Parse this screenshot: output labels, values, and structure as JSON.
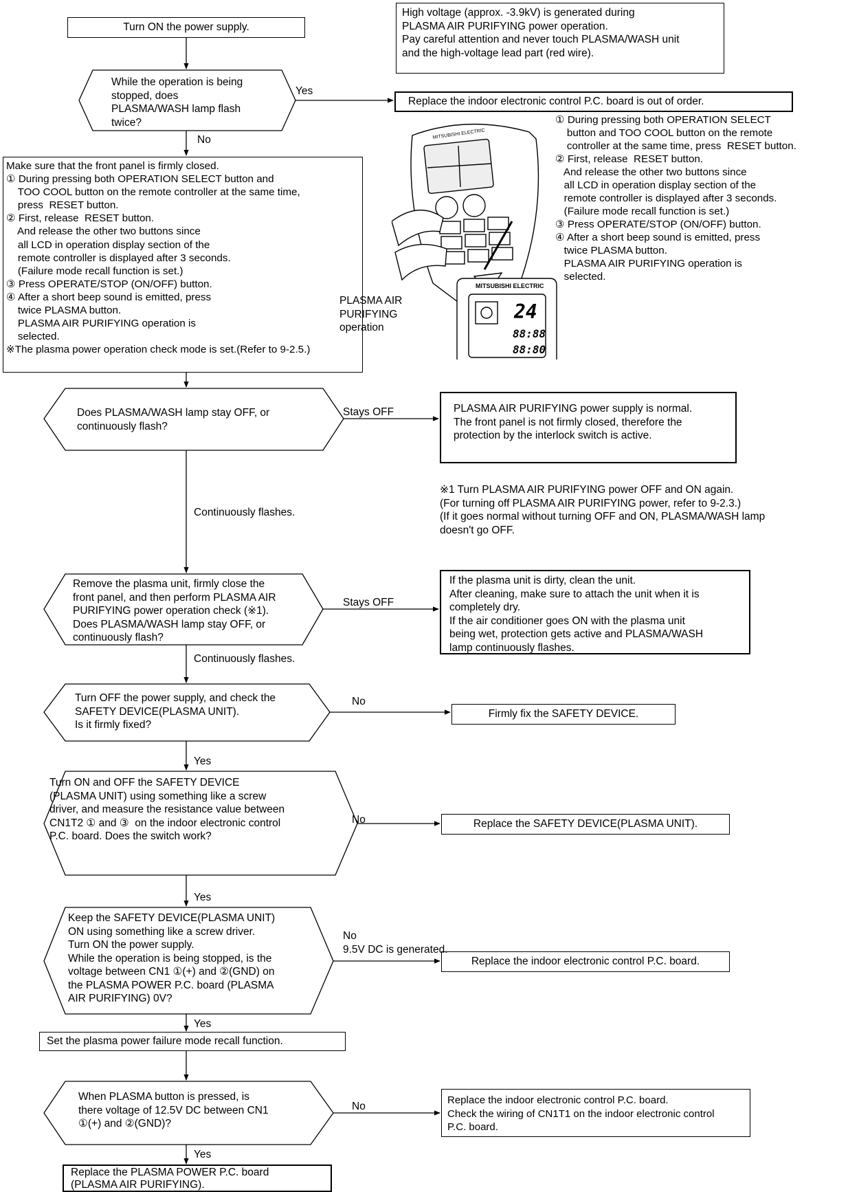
{
  "notice": "High voltage (approx. -3.9kV) is generated during\nPLASMA AIR PURIFYING power operation.\nPay careful attention and never touch PLASMA/WASH unit\nand the high-voltage lead part (red wire).",
  "steps": {
    "power_on": "Turn ON the power supply.",
    "q_flash_twice": "While the operation is being\nstopped, does\nPLASMA/WASH lamp flash\ntwice?",
    "replace_board_1": "Replace the indoor electronic control P.C. board is out of order.",
    "procedure": "Make sure that the front panel is firmly closed.\n① During pressing both OPERATION SELECT button and\n    TOO COOL button on the remote controller at the same time,\n    press  RESET button.\n② First, release  RESET button.\n    And release the other two buttons since\n    all LCD in operation display section of the\n    remote controller is displayed after 3 seconds.\n    (Failure mode recall function is set.)\n③ Press OPERATE/STOP (ON/OFF) button.\n④ After a short beep sound is emitted, press\n    twice PLASMA button.\n    PLASMA AIR PURIFYING operation is\n    selected.\n※The plasma power operation check mode is set.(Refer to 9-2.5.)",
    "side_procedure": "① During pressing both OPERATION SELECT\n    button and TOO COOL button on the remote\n    controller at the same time, press  RESET button.\n② First, release  RESET button.\n   And release the other two buttons since\n   all LCD in operation display section of the\n   remote controller is displayed after 3 seconds.\n   (Failure mode recall function is set.)\n③ Press OPERATE/STOP (ON/OFF) button.\n④ After a short beep sound is emitted, press\n   twice PLASMA button.\n   PLASMA AIR PURIFYING operation is\n   selected.",
    "plasma_label": "PLASMA AIR\nPURIFYING\noperation",
    "q_lamp": "Does PLASMA/WASH lamp stay OFF, or\ncontinuously flash?",
    "normal_supply": "PLASMA AIR PURIFYING power supply is normal.\nThe front panel is not firmly closed, therefore the\nprotection by the interlock switch is active.",
    "note1": "※1 Turn PLASMA AIR PURIFYING power OFF and ON again.\n(For turning off PLASMA AIR PURIFYING power, refer to 9-2.3.)\n(If it goes normal without turning OFF and ON, PLASMA/WASH lamp\ndoesn't go OFF.",
    "q_remove_unit": "Remove the plasma unit, firmly close the\nfront panel, and then perform PLASMA AIR\nPURIFYING power operation check (※1).\nDoes PLASMA/WASH lamp stay OFF, or\ncontinuously flash?",
    "clean_unit": "If the plasma unit is dirty, clean the unit.\nAfter cleaning, make sure to attach the unit when it is\ncompletely dry.\nIf the air conditioner goes ON with the plasma unit\nbeing wet, protection gets active and PLASMA/WASH\nlamp continuously flashes.",
    "q_safety_fixed": "Turn OFF the power supply, and check the\nSAFETY DEVICE(PLASMA UNIT).\nIs it firmly fixed?",
    "fix_safety": "Firmly fix the SAFETY DEVICE.",
    "q_switch_work": "Turn ON and OFF the SAFETY DEVICE\n(PLASMA UNIT) using something like a screw\ndriver, and measure the resistance value between\nCN1T2 ① and ③  on the indoor electronic control\nP.C. board. Does the switch work?",
    "replace_safety": "Replace the SAFETY DEVICE(PLASMA UNIT).",
    "q_voltage_0v": "Keep the SAFETY DEVICE(PLASMA UNIT)\nON using something like a screw driver.\nTurn ON the power supply.\nWhile the operation is being stopped, is the\nvoltage between CN1 ①(+) and ②(GND) on\nthe PLASMA POWER P.C. board (PLASMA\nAIR PURIFYING) 0V?",
    "replace_board_2": "Replace the indoor electronic control P.C. board.",
    "set_recall": "Set the plasma power failure mode recall function.",
    "q_voltage_12": "When PLASMA button is pressed, is\nthere voltage of 12.5V DC between CN1\n①(+) and ②(GND)?",
    "replace_board_3": "Replace the indoor electronic control P.C. board.\nCheck the wiring of CN1T1 on the indoor electronic control\nP.C. board.",
    "replace_power_board": "Replace the PLASMA POWER P.C. board\n(PLASMA AIR PURIFYING)."
  },
  "labels": {
    "yes": "Yes",
    "no": "No",
    "stays_off": "Stays OFF",
    "continuously_flashes": "Continuously flashes.",
    "no_95v": "No\n9.5V DC is generated."
  },
  "remote": {
    "brand": "MITSUBISHI ELECTRIC",
    "temp": "24",
    "clock_a": "88:88",
    "clock_b": "88:80"
  }
}
